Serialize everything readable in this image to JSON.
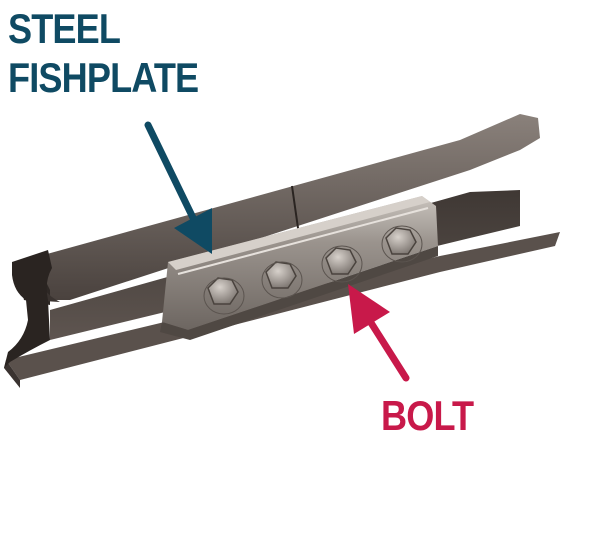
{
  "labels": {
    "fishplate_line1": "STEEL",
    "fishplate_line2": "FISHPLATE",
    "bolt": "BOLT"
  },
  "colors": {
    "fishplate_label": "#0f4a63",
    "bolt_label": "#c8194a",
    "rail_dark": "#3a3330",
    "rail_mid": "#5a514c",
    "rail_light": "#8a817b",
    "plate_light": "#b9b3ad",
    "plate_mid": "#8e8781",
    "bolt_head": "#a39c96"
  },
  "icons": {
    "fishplate_arrow": "arrow-down-right",
    "bolt_arrow": "arrow-up-left"
  }
}
